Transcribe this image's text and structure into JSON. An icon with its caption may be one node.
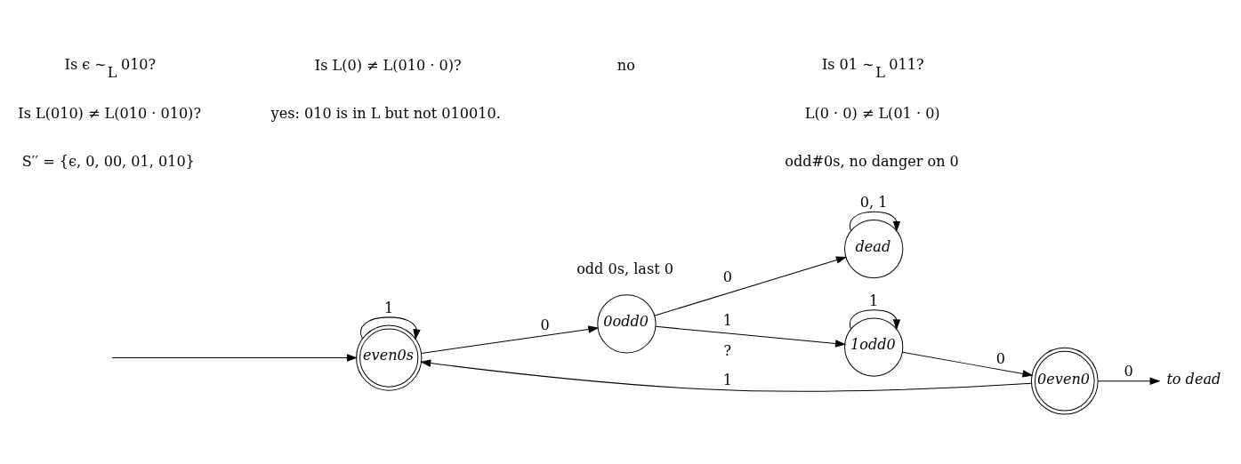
{
  "diagram": {
    "nodes": [
      {
        "text": [
          "even0s"
        ]
      },
      {
        "text": [
          "0odd0"
        ],
        "beside": [
          "odd 0s, last 0"
        ]
      },
      {
        "text": [
          "dead"
        ]
      },
      {
        "text": [
          "0even0"
        ]
      },
      {
        "text": [
          "1odd0"
        ]
      },
      {
        "text": [
          "to dead"
        ]
      }
    ],
    "edges": [
      {
        "from": null,
        "to": 0,
        "arrow": "to"
      },
      {
        "from": 0,
        "to": 0,
        "label": "1",
        "arrow": "to"
      },
      {
        "from": 0,
        "to": 1,
        "label": "0",
        "arrow": "to"
      },
      {
        "from": 1,
        "to": 2,
        "label": "0",
        "arrow": "to"
      },
      {
        "from": 2,
        "to": 2,
        "label": "0, 1",
        "arrow": "to"
      },
      {
        "from": 1,
        "to": 4,
        "label": "1",
        "arrow": "to"
      },
      {
        "from": 4,
        "to": 4,
        "label": "1",
        "arrow": "to"
      },
      {
        "from": 4,
        "to": 3,
        "label": "0",
        "arrow": "to"
      },
      {
        "from": 3,
        "to": 0,
        "label": "1",
        "arrow": "to"
      },
      {
        "from": 3,
        "to": 5,
        "label": "0",
        "arrow": "to"
      }
    ],
    "labels": [
      "Is ϵ ∼$_{L}$ 010?",
      "Is L(0) ≠ L(010 · 0)?",
      "no",
      "Is L(010) ≠ L(010 · 010)?",
      "yes: 010 is in L but not 010010.",
      "S′′ = {ϵ, 0, 00, 01, 010}",
      "?",
      "Is 01 ∼$_{L}$ 011?",
      "L(0 · 0) ≠ L(01 · 0)",
      "odd#0s, no danger on 0"
    ]
  }
}
